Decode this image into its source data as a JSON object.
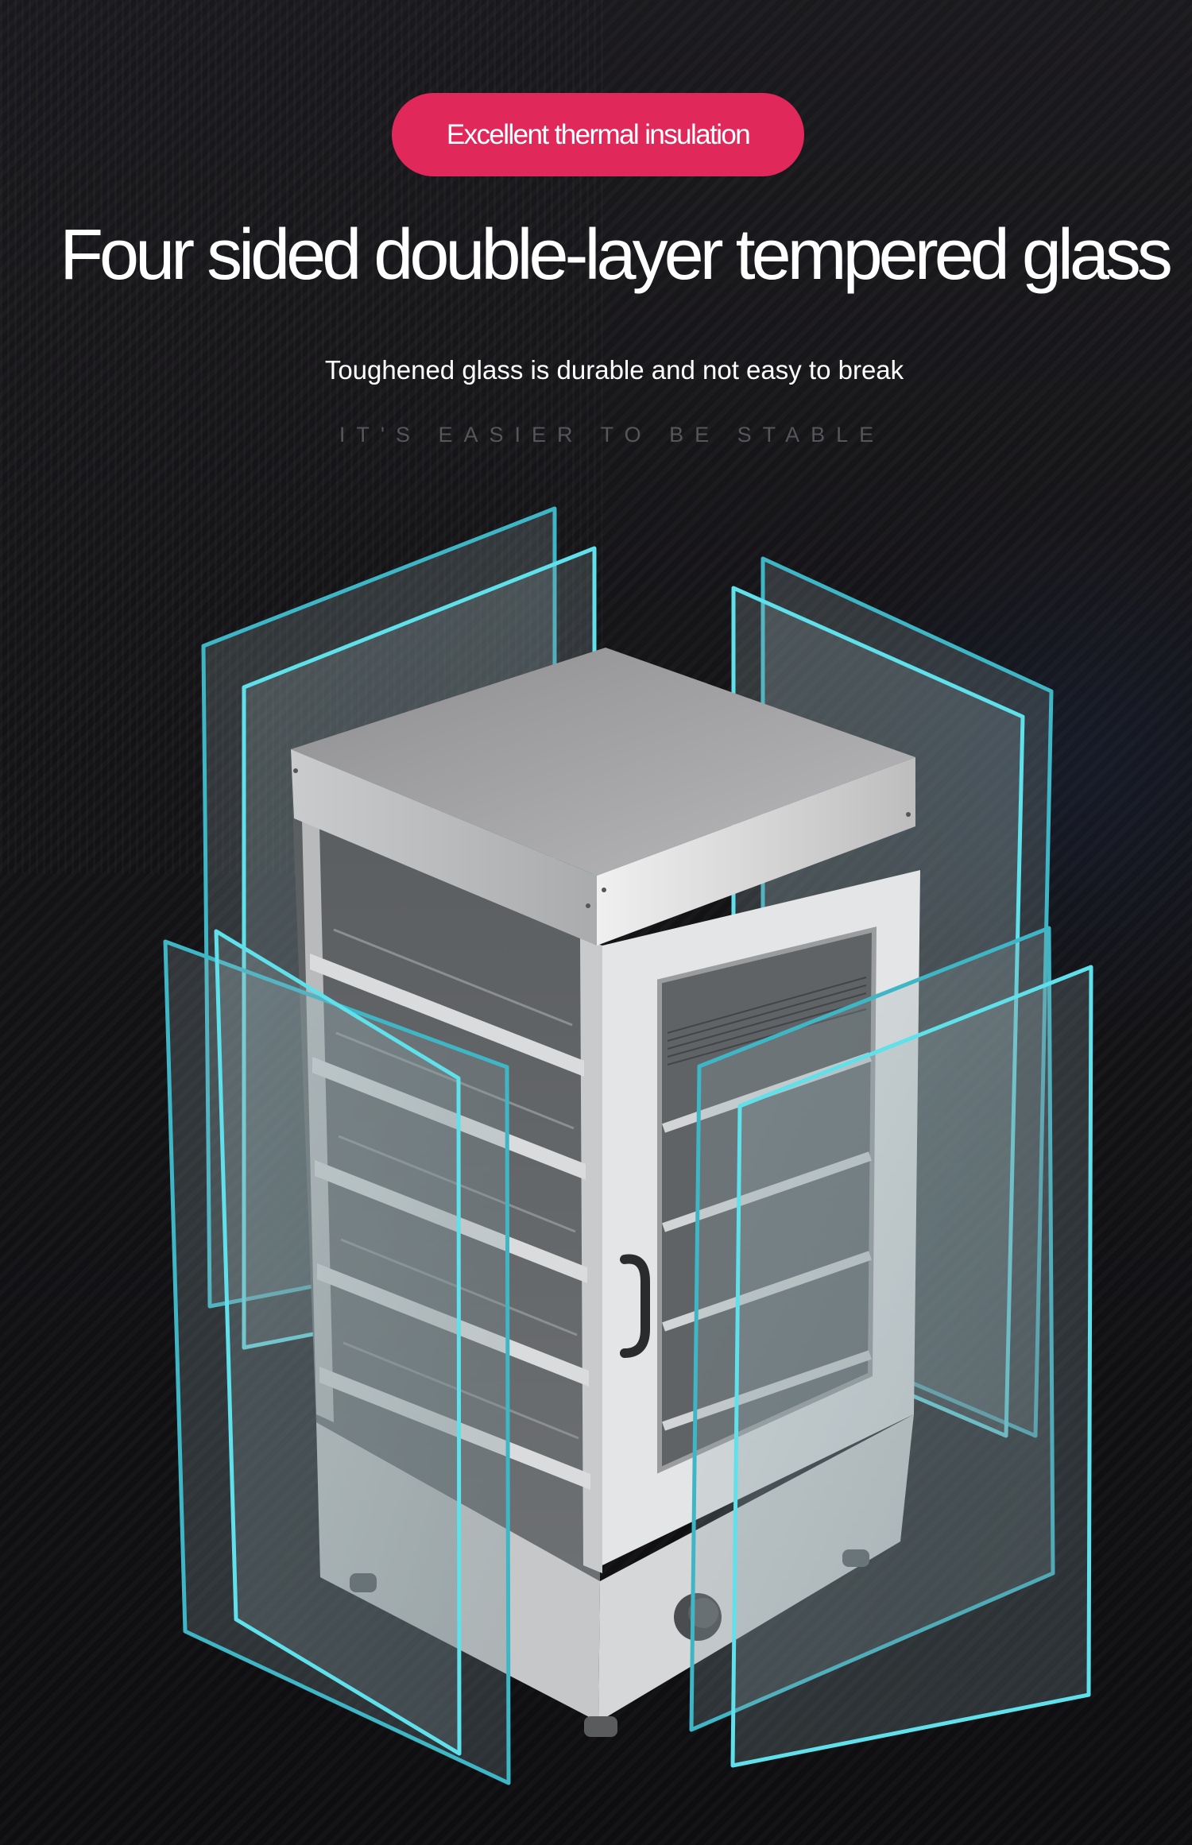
{
  "badge": {
    "label": "Excellent thermal insulation",
    "color": "#e0285a"
  },
  "headline": {
    "title": "Four sided double-layer tempered glass"
  },
  "subheadline": {
    "text": "Toughened glass is durable and not easy to break"
  },
  "tagline": {
    "text": "IT'S EASIER TO BE STABLE"
  },
  "product_image": {
    "subject": "stainless steel food display warmer cabinet with four shelves",
    "features": [
      "double-layer glass panels on four sides",
      "front glass door with handle",
      "control knob on base"
    ],
    "accent_color": "#48d4e4"
  },
  "background_color": "#17161a"
}
